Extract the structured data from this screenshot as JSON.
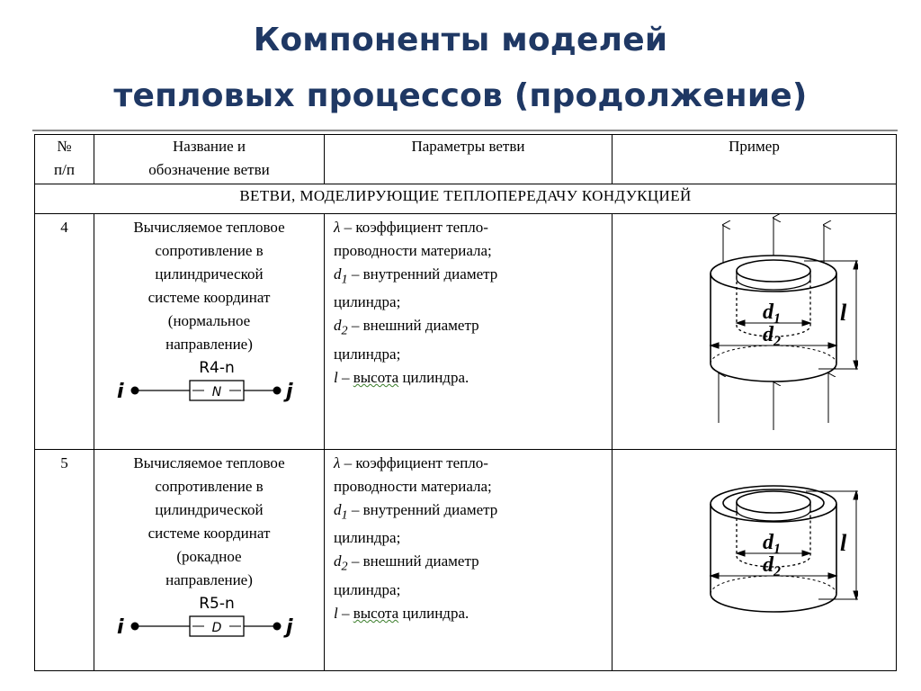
{
  "title": {
    "line1": "Компоненты моделей",
    "line2": "тепловых процессов (продолжение)"
  },
  "table": {
    "headers": {
      "num_line1": "№",
      "num_line2": "п/п",
      "name_line1": "Название и",
      "name_line2": "обозначение ветви",
      "params": "Параметры ветви",
      "example": "Пример"
    },
    "section": "ВЕТВИ, МОДЕЛИРУЮЩИЕ ТЕПЛОПЕРЕДАЧУ КОНДУКЦИЕЙ",
    "rows": [
      {
        "num": "4",
        "name_lines": [
          "Вычисляемое тепловое",
          "сопротивление в",
          "цилиндрической",
          "системе координат",
          "(нормальное",
          "направление)"
        ],
        "element_label": "R4-n",
        "element_code": "N",
        "node_left": "i",
        "node_right": "j",
        "params": {
          "lambda_sym": "λ",
          "lambda_text1": " – коэффициент тепло-",
          "lambda_text2": "проводности материала;",
          "d1_sym": "d",
          "d1_sub": "1",
          "d1_text1": " – внутренний диаметр",
          "d1_text2": "цилиндра;",
          "d2_sym": "d",
          "d2_sub": "2",
          "d2_text1": " – внешний диаметр",
          "d2_text2": "цилиндра;",
          "l_sym": "l",
          "l_text_a": "  – ",
          "l_text_b": "высота",
          "l_text_c": " цилиндра."
        },
        "figure": {
          "d1": "d",
          "d1_sub": "1",
          "d2": "d",
          "d2_sub": "2",
          "l": "l"
        }
      },
      {
        "num": "5",
        "name_lines": [
          "Вычисляемое тепловое",
          "сопротивление в",
          "цилиндрической",
          "системе координат",
          "(рокадное",
          "направление)"
        ],
        "element_label": "R5-n",
        "element_code": "D",
        "node_left": "i",
        "node_right": "j",
        "params": {
          "lambda_sym": "λ",
          "lambda_text1": " – коэффициент тепло-",
          "lambda_text2": "проводности материала;",
          "d1_sym": "d",
          "d1_sub": "1",
          "d1_text1": " – внутренний диаметр",
          "d1_text2": "цилиндра;",
          "d2_sym": "d",
          "d2_sub": "2",
          "d2_text1": " – внешний диаметр",
          "d2_text2": "цилиндра;",
          "l_sym": "l",
          "l_text_a": "  – ",
          "l_text_b": "высота",
          "l_text_c": " цилиндра."
        },
        "figure": {
          "d1": "d",
          "d1_sub": "1",
          "d2": "d",
          "d2_sub": "2",
          "l": "l"
        }
      }
    ]
  }
}
